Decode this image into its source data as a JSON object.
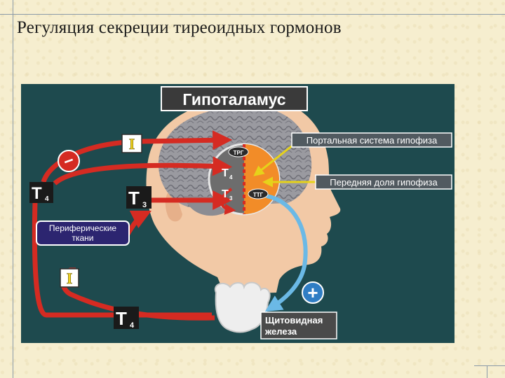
{
  "slide": {
    "title": "Регуляция секреции тиреоидных гормонов"
  },
  "diagram": {
    "hypothalamus": "Гипоталамус",
    "portal_system": "Портальная система гипофиза",
    "anterior_pituitary": "Передняя доля гипофиза",
    "peripheral_line1": "Периферические",
    "peripheral_line2": "ткани",
    "thyroid_line1": "Щитовидная",
    "thyroid_line2": "железа",
    "trh": "ТРГ",
    "tsh": "ТТГ",
    "t_letter": "Т",
    "sub4": "4",
    "sub3": "3",
    "inhibit_symbol": "I",
    "minus_symbol": "−",
    "plus_symbol": "+"
  },
  "colors": {
    "background": "#1e4a4e",
    "arrow_red": "#d52b22",
    "arrow_blue": "#6bb9e6",
    "arrow_yellow": "#e6d21a",
    "pituitary_orange": "#f28c28",
    "hypothalamus_gray": "#6d6d6d",
    "peripheral_box": "#2c2570",
    "inhibit_yellow": "#f0d322"
  }
}
